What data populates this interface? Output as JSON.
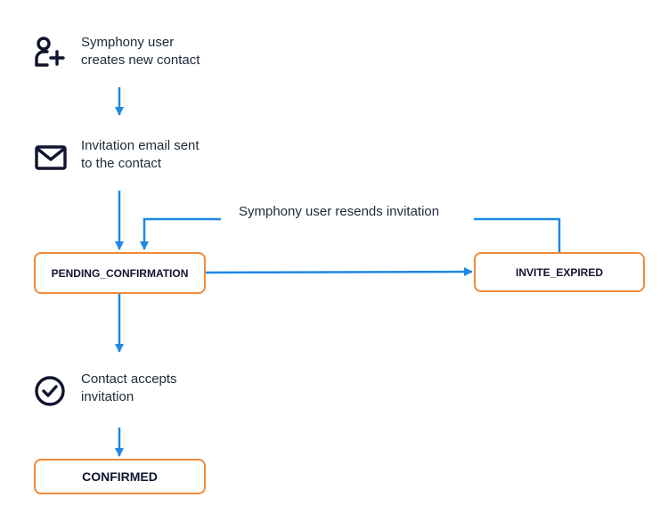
{
  "colors": {
    "arrow": "#1e88e5",
    "state_border": "#ee8a3a",
    "icon": "#10142e"
  },
  "steps": [
    {
      "icon": "add-user-icon",
      "line1": "Symphony user",
      "line2": "creates new contact"
    },
    {
      "icon": "envelope-icon",
      "line1": "Invitation email sent",
      "line2": "to the contact"
    },
    {
      "icon": "check-circle-icon",
      "line1": "Contact accepts",
      "line2": "invitation"
    }
  ],
  "states": {
    "pending": "PENDING_CONFIRMATION",
    "expired": "INVITE_EXPIRED",
    "confirmed": "CONFIRMED"
  },
  "loop_label": "Symphony user resends invitation"
}
